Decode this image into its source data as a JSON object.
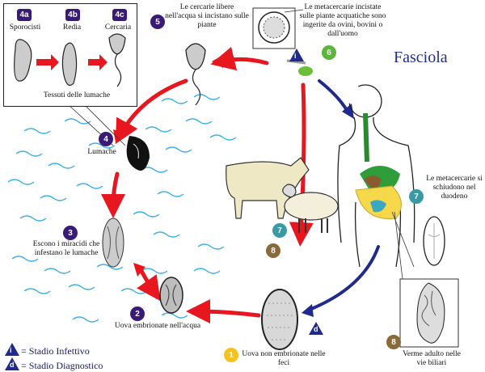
{
  "title": "Fasciola",
  "inset": {
    "stages": [
      {
        "badge": "4a",
        "label": "Sporocisti"
      },
      {
        "badge": "4b",
        "label": "Redia"
      },
      {
        "badge": "4c",
        "label": "Cercaria"
      }
    ],
    "caption": "Tessuti delle lumache"
  },
  "steps": {
    "s1": {
      "badge": "1",
      "label": "Uova non embrionate nelle feci"
    },
    "s2": {
      "badge": "2",
      "label": "Uova embrionate nell'acqua"
    },
    "s3": {
      "badge": "3",
      "label": "Escono i miracidi che infestano le lumache"
    },
    "s4": {
      "badge": "4",
      "label": "Lumache"
    },
    "s5": {
      "badge": "5",
      "label": "Le cercarie libere nell'acqua si incistano sulle piante"
    },
    "s6": {
      "badge": "6",
      "label": "Le metacercarie incistate sulle piante acquatiche sono ingerite da ovini, bovini o dall'uomo"
    },
    "s7": {
      "badge": "7",
      "label": "Le metacercarie si schiudono nel duodeno"
    },
    "s7b": {
      "badge": "7"
    },
    "s8": {
      "badge": "8",
      "label": "Verme adulto nelle vie biliari"
    },
    "s8b": {
      "badge": "8"
    }
  },
  "markers": {
    "infective": "i",
    "diagnostic": "d"
  },
  "legend": {
    "infective_symbol": "i",
    "infective_text": "= Stadio Infettivo",
    "diagnostic_symbol": "d",
    "diagnostic_text": "= Stadio Diagnostico"
  },
  "colors": {
    "arrow_red": "#e8171f",
    "arrow_blue": "#1f2a8a",
    "water": "#3ab0e6",
    "badge_purple": "#3a1a78"
  }
}
